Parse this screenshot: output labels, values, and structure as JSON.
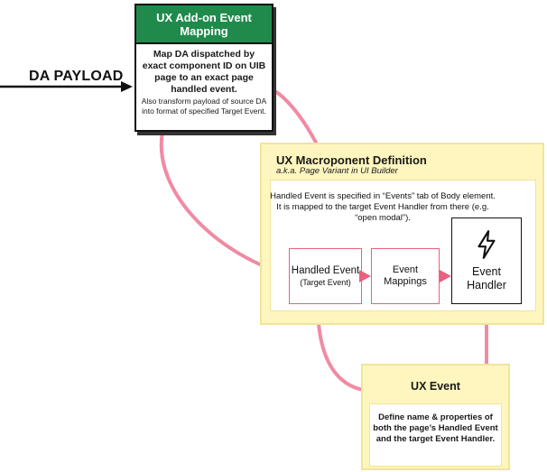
{
  "payload": {
    "label": "DA PAYLOAD"
  },
  "mapping": {
    "title": "UX Add-on Event Mapping",
    "description": "Map DA dispatched by exact component ID on UIB page to an exact page handled event.",
    "note": "Also transform payload of source DA into format of specified Target Event."
  },
  "macroponent": {
    "title": "UX Macroponent Definition",
    "subtitle": "a.k.a. Page Variant in UI Builder",
    "description": "Handled Event is specified in “Events” tab of Body element. It is mapped to the target Event Handler from there (e.g. “open modal”).",
    "handled_event": {
      "label": "Handled Event",
      "sublabel": "(Target Event)"
    },
    "event_mappings": {
      "label": "Event Mappings"
    },
    "event_handler": {
      "label": "Event Handler",
      "icon": "lightning-bolt-icon"
    }
  },
  "ux_event": {
    "title": "UX Event",
    "description": "Define name & properties of both the page’s Handled Event and the target Event Handler."
  },
  "colors": {
    "mapping_header": "#1f8a4c",
    "panel_fill": "#fff6bf",
    "panel_border": "#f1e49a",
    "connector": "#f08ba3",
    "box_border": "#ec5f7e"
  }
}
